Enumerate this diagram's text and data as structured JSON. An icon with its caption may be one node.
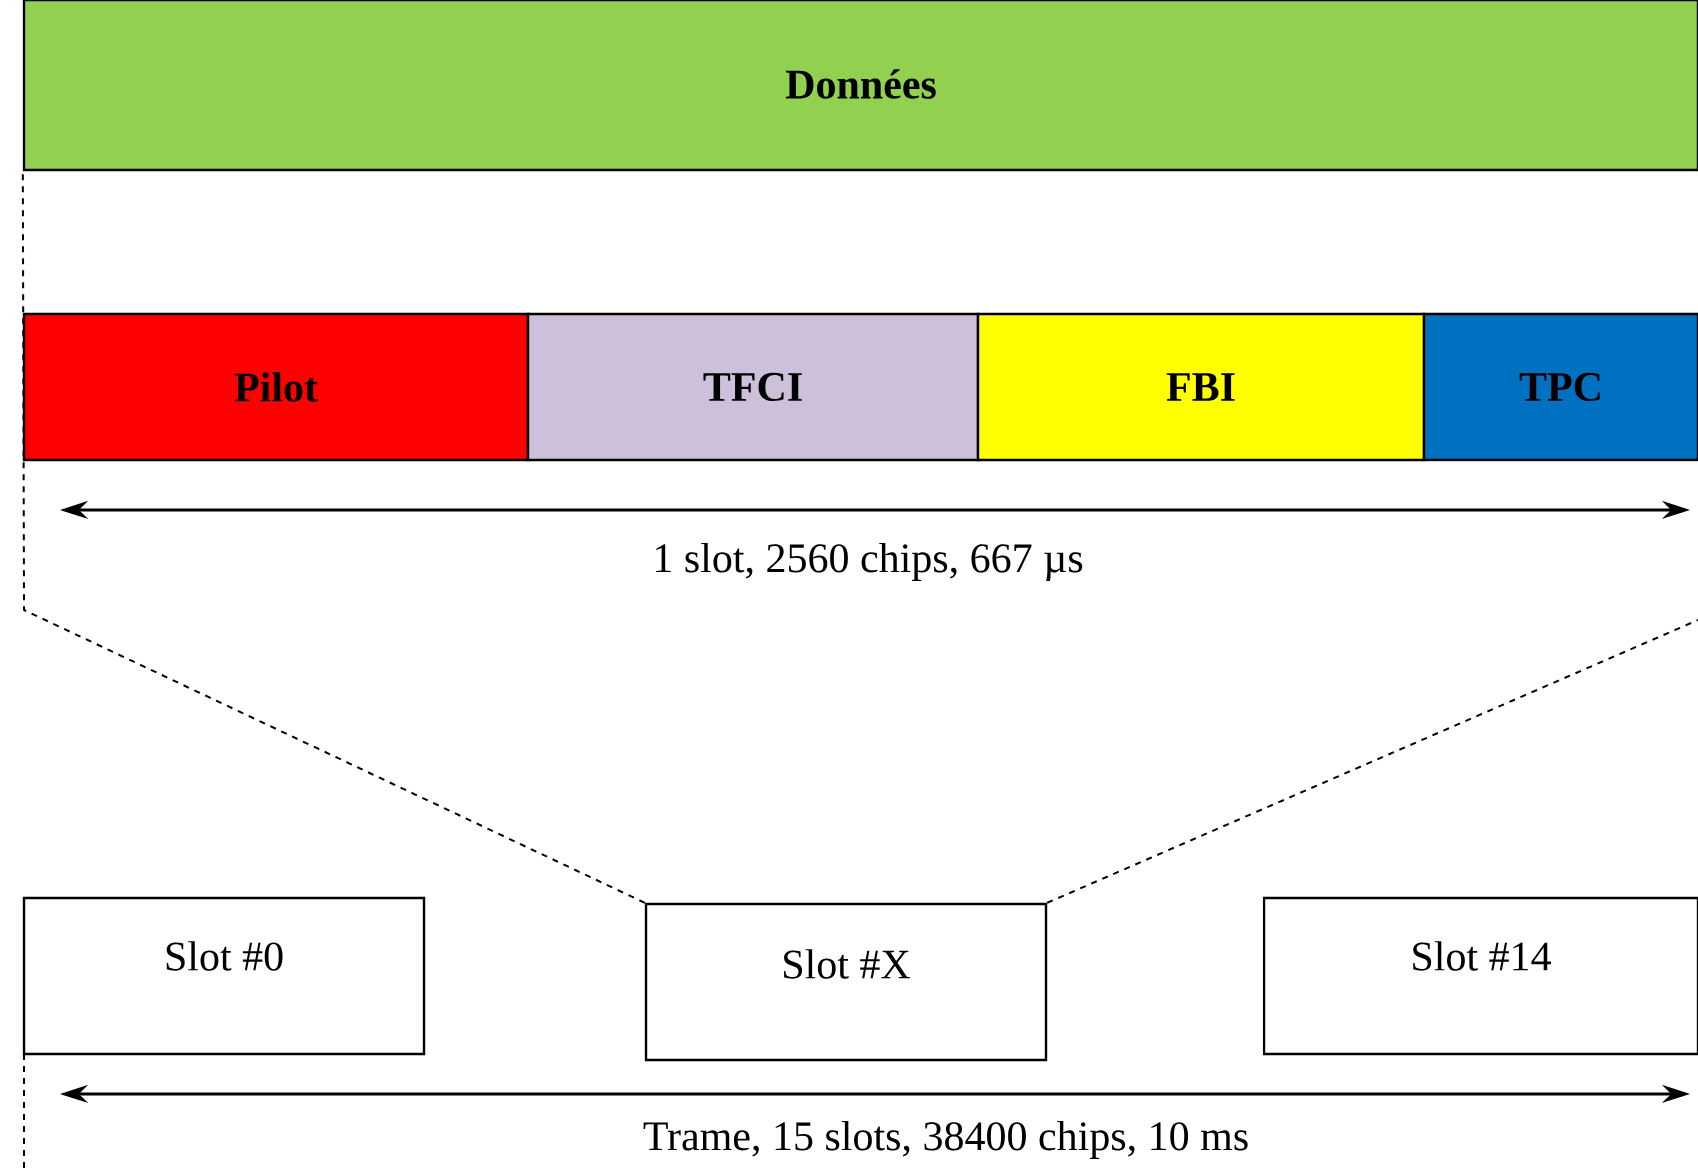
{
  "diagram": {
    "nodes": [
      {
        "text": [
          "Données"
        ]
      },
      {
        "text": [
          "Pilot"
        ]
      },
      {
        "text": [
          "TFCI"
        ]
      },
      {
        "text": [
          "FBI"
        ]
      },
      {
        "text": [
          "TPC"
        ]
      },
      {
        "text": [
          "Slot #0"
        ]
      },
      {
        "text": [
          "Slot #X"
        ]
      },
      {
        "text": [
          "Slot #14"
        ]
      }
    ],
    "edges": [
      {
        "from": 6,
        "to": 0,
        "arrow": "none",
        "style": "dashed"
      },
      {
        "from": 6,
        "to": null,
        "arrow": "none",
        "style": "dashed"
      }
    ],
    "labels": [
      "1 slot, 2560 chips, 667 µs",
      "Trame, 15 slots, 38400 chips, 10 ms"
    ]
  }
}
